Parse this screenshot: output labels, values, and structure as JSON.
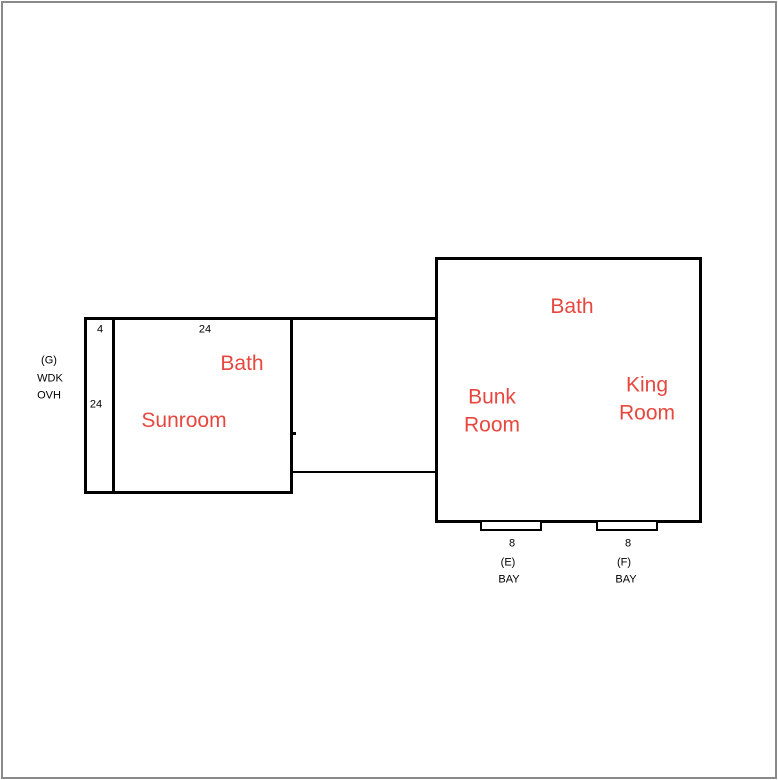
{
  "colors": {
    "room_label": "#e8473f",
    "wall": "#000000",
    "frame": "#8a8a8a"
  },
  "dimensions": {
    "strip_top": "4",
    "sunroom_top": "24",
    "strip_side": "24"
  },
  "annotations": {
    "g_code": "(G)",
    "g_line1": "WDK",
    "g_line2": "OVH",
    "e_size": "8",
    "e_code": "(E)",
    "e_type": "BAY",
    "f_size": "8",
    "f_code": "(F)",
    "f_type": "BAY"
  },
  "rooms": {
    "bath_left": "Bath",
    "sunroom": "Sunroom",
    "bath_right": "Bath",
    "bunk_line1": "Bunk",
    "bunk_line2": "Room",
    "king_line1": "King",
    "king_line2": "Room"
  }
}
